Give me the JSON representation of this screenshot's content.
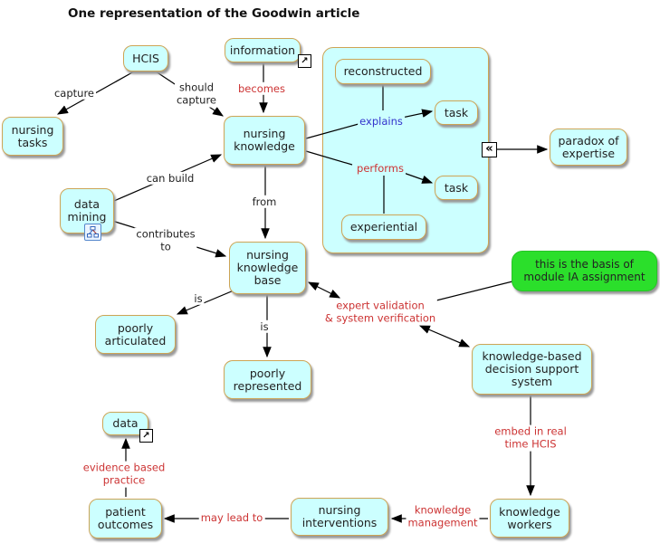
{
  "title": "One representation of the Goodwin article",
  "nodes": {
    "hcis": "HCIS",
    "information": "information",
    "nursing_tasks": "nursing tasks",
    "nursing_knowledge": "nursing knowledge",
    "reconstructed": "reconstructed",
    "task_top": "task",
    "task_bottom": "task",
    "experiential": "experiential",
    "paradox": "paradox of expertise",
    "data_mining": "data mining",
    "nursing_knowledge_base": "nursing knowledge base",
    "poorly_articulated": "poorly articulated",
    "poorly_represented": "poorly represented",
    "green_note": "this is the basis of module IA assignment",
    "kbdss": "knowledge-based decision support system",
    "data": "data",
    "patient_outcomes": "patient outcomes",
    "nursing_interventions": "nursing interventions",
    "knowledge_workers": "knowledge workers"
  },
  "labels": {
    "capture": "capture",
    "should_capture": [
      "should",
      "capture"
    ],
    "becomes": "becomes",
    "can_build": "can build",
    "contributes_to": [
      "contributes",
      "to"
    ],
    "from": "from",
    "explains": "explains",
    "performs": "performs",
    "is_left": "is",
    "is_center": "is",
    "expert_validation": [
      "expert validation",
      "& system verification"
    ],
    "embed": [
      "embed in real",
      "time HCIS"
    ],
    "evidence": [
      "evidence based",
      "practice"
    ],
    "may_lead_to": "may lead to",
    "knowledge_management": [
      "knowledge",
      "management"
    ]
  },
  "glyphs": {
    "external_link": "↗",
    "double_chevron": "«"
  },
  "colors": {
    "node_fill": "#CCFFFF",
    "node_border": "#CDA455",
    "green_fill": "#2BDF2B",
    "red_text": "#CC3333",
    "blue_text": "#3333CC"
  }
}
